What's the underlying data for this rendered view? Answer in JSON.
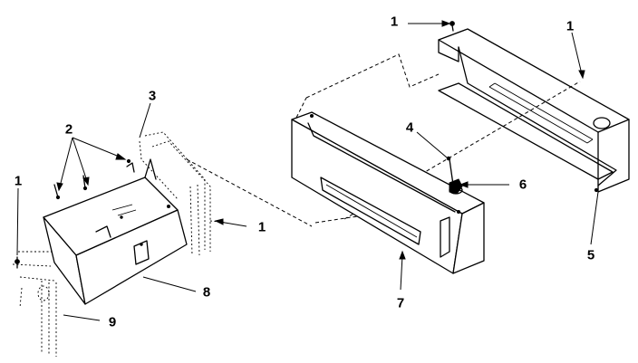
{
  "callouts": {
    "c1_top": "1",
    "c1_right_bracket": "1",
    "c1_left": "1",
    "c1_mid": "1",
    "c2": "2",
    "c3": "3",
    "c4": "4",
    "c5": "5",
    "c6": "6",
    "c7": "7",
    "c8": "8",
    "c9": "9"
  },
  "colors": {
    "line": "#000000",
    "background": "#ffffff"
  }
}
